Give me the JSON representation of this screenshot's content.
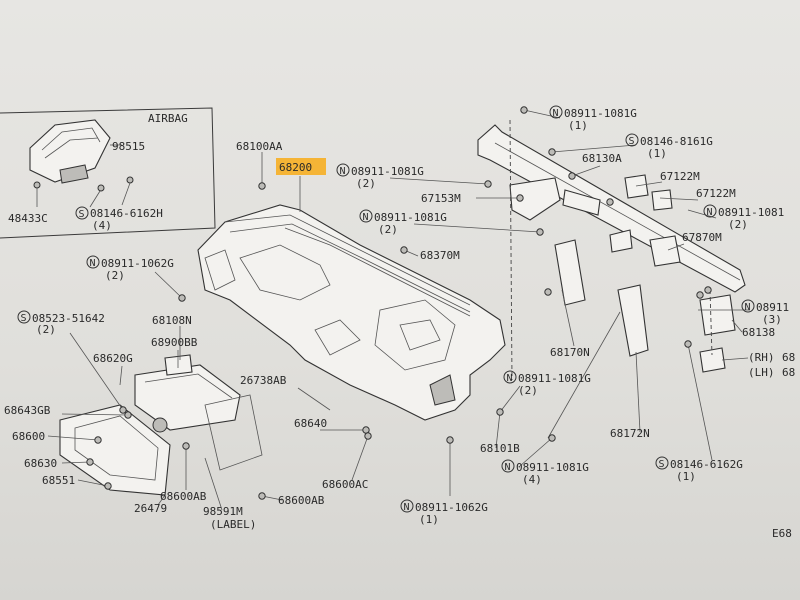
{
  "colors": {
    "highlight": "#f5b436",
    "ink": "#2a2a2a"
  },
  "inset": {
    "title": "AIRBAG"
  },
  "labels": {
    "p98515": "98515",
    "p48433C": "48433C",
    "p08146_6162H": "08146-6162H",
    "p08146_6162H_q": "(4)",
    "p68100AA": "68100AA",
    "p68200": "68200",
    "p08911_1081G_a": "08911-1081G",
    "p08911_1081G_a_q": "(2)",
    "p67153M": "67153M",
    "p08911_1081G_b": "08911-1081G",
    "p08911_1081G_b_q": "(2)",
    "p68370M": "68370M",
    "p08911_1062G_a": "08911-1062G",
    "p08911_1062G_a_q": "(2)",
    "p08523_51642": "08523-51642",
    "p08523_51642_q": "(2)",
    "p68108N": "68108N",
    "p68900BB": "68900BB",
    "p68620G": "68620G",
    "p68643GB": "68643GB",
    "p68600": "68600",
    "p68630": "68630",
    "p68551": "68551",
    "p26479": "26479",
    "p68600AB_a": "68600AB",
    "p98591M": "98591M",
    "p98591M_q": "(LABEL)",
    "p68600AB_b": "68600AB",
    "p26738AB": "26738AB",
    "p68640": "68640",
    "p68600AC": "68600AC",
    "p08911_1062G_b": "08911-1062G",
    "p08911_1062G_b_q": "(1)",
    "p08911_1081G_top": "08911-1081G",
    "p08911_1081G_top_q": "(1)",
    "p08146_8161G": "08146-8161G",
    "p08146_8161G_q": "(1)",
    "p68130A": "68130A",
    "p67122M_a": "67122M",
    "p67122M_b": "67122M",
    "p08911_1081G_r": "08911-1081",
    "p08911_1081G_r_q": "(2)",
    "p67870M": "67870M",
    "p08911_r2": "08911",
    "p08911_r2_q": "(3)",
    "p68138": "68138",
    "pRH": "(RH)",
    "pLH": "(LH)",
    "pRH_num": "68",
    "pLH_num": "68",
    "p68170N": "68170N",
    "p08911_1081G_c": "08911-1081G",
    "p08911_1081G_c_q": "(2)",
    "p68101B": "68101B",
    "p08911_1081G_d": "08911-1081G",
    "p08911_1081G_d_q": "(4)",
    "p68172N": "68172N",
    "p08146_6162G": "08146-6162G",
    "p08146_6162G_q": "(1)",
    "corner": "E68"
  },
  "symbols": {
    "n": "N",
    "s": "S"
  }
}
